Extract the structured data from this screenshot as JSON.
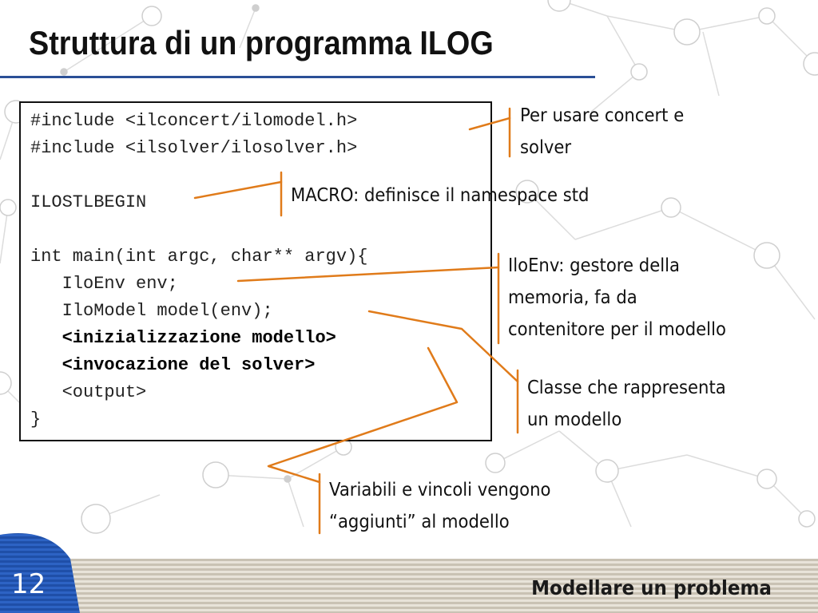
{
  "slide": {
    "title": "Struttura di un programma ILOG",
    "page_number": "12",
    "footer_title": "Modellare un problema"
  },
  "code": {
    "lines": [
      "#include <ilconcert/ilomodel.h>",
      "#include <ilsolver/ilosolver.h>",
      "ILOSTLBEGIN",
      "int main(int argc, char** argv){",
      "   IloEnv env;",
      "   IloModel model(env);",
      "   <inizializzazione modello>",
      "   <invocazione del solver>",
      "   <output>",
      "}"
    ]
  },
  "annotations": {
    "concert": [
      "Per usare concert e",
      "solver"
    ],
    "macro": [
      "MACRO: definisce il namespace std"
    ],
    "iloenv": [
      "IloEnv: gestore della",
      "memoria, fa da",
      "contenitore per il modello"
    ],
    "ilomodel": [
      "Classe che rappresenta",
      "un modello"
    ],
    "variables": [
      "Variabili e vincoli vengono",
      "“aggiunti” al modello"
    ]
  },
  "colors": {
    "accent_line": "#e07b1a",
    "title_rule": "#2a4f96",
    "page_tab": "#1f4fa8"
  }
}
